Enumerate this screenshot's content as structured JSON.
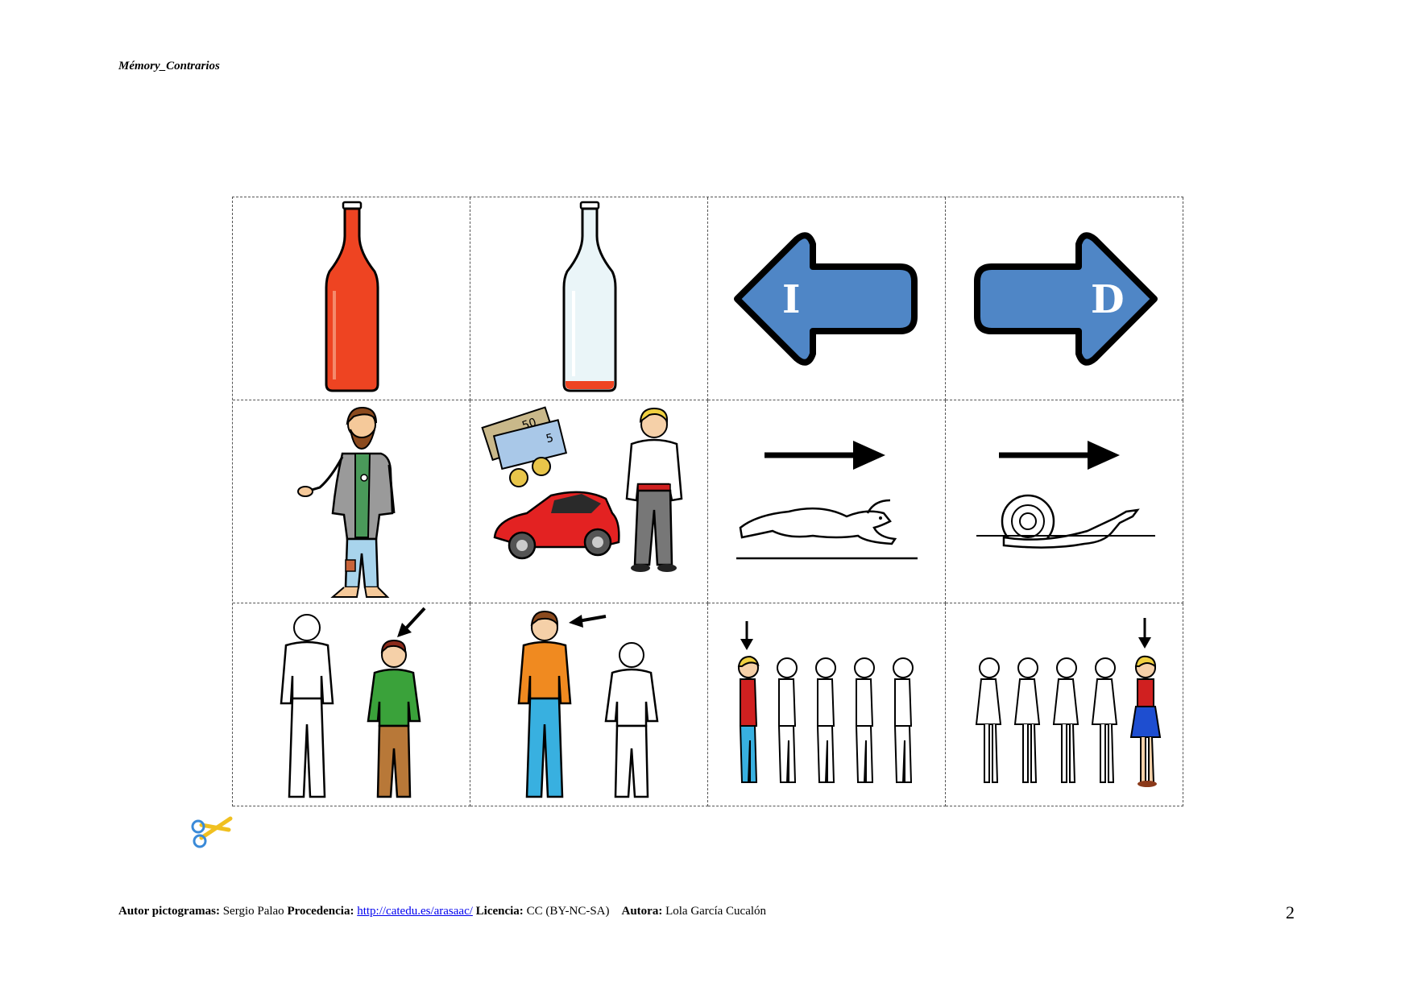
{
  "header": {
    "title": "Mémory_Contrarios"
  },
  "cards": [
    {
      "name": "full-bottle"
    },
    {
      "name": "empty-bottle"
    },
    {
      "name": "left-arrow",
      "letter": "I"
    },
    {
      "name": "right-arrow",
      "letter": "D"
    },
    {
      "name": "poor-man"
    },
    {
      "name": "rich-man"
    },
    {
      "name": "fast-hare"
    },
    {
      "name": "slow-snail"
    },
    {
      "name": "short-man"
    },
    {
      "name": "tall-man"
    },
    {
      "name": "first-in-line"
    },
    {
      "name": "last-in-line"
    }
  ],
  "colors": {
    "bottle_red": "#ee4422",
    "arrow_blue": "#4f86c6",
    "car_red": "#e32222",
    "link": "#0000ee"
  },
  "footer": {
    "author_label": "Autor pictogramas:",
    "author_value": "Sergio Palao",
    "source_label": "Procedencia:",
    "source_link": "http://catedu.es/arasaac/",
    "license_label": "Licencia:",
    "license_value": "CC (BY-NC-SA)",
    "authoress_label": "Autora:",
    "authoress_value": "Lola García Cucalón"
  },
  "page_number": "2"
}
